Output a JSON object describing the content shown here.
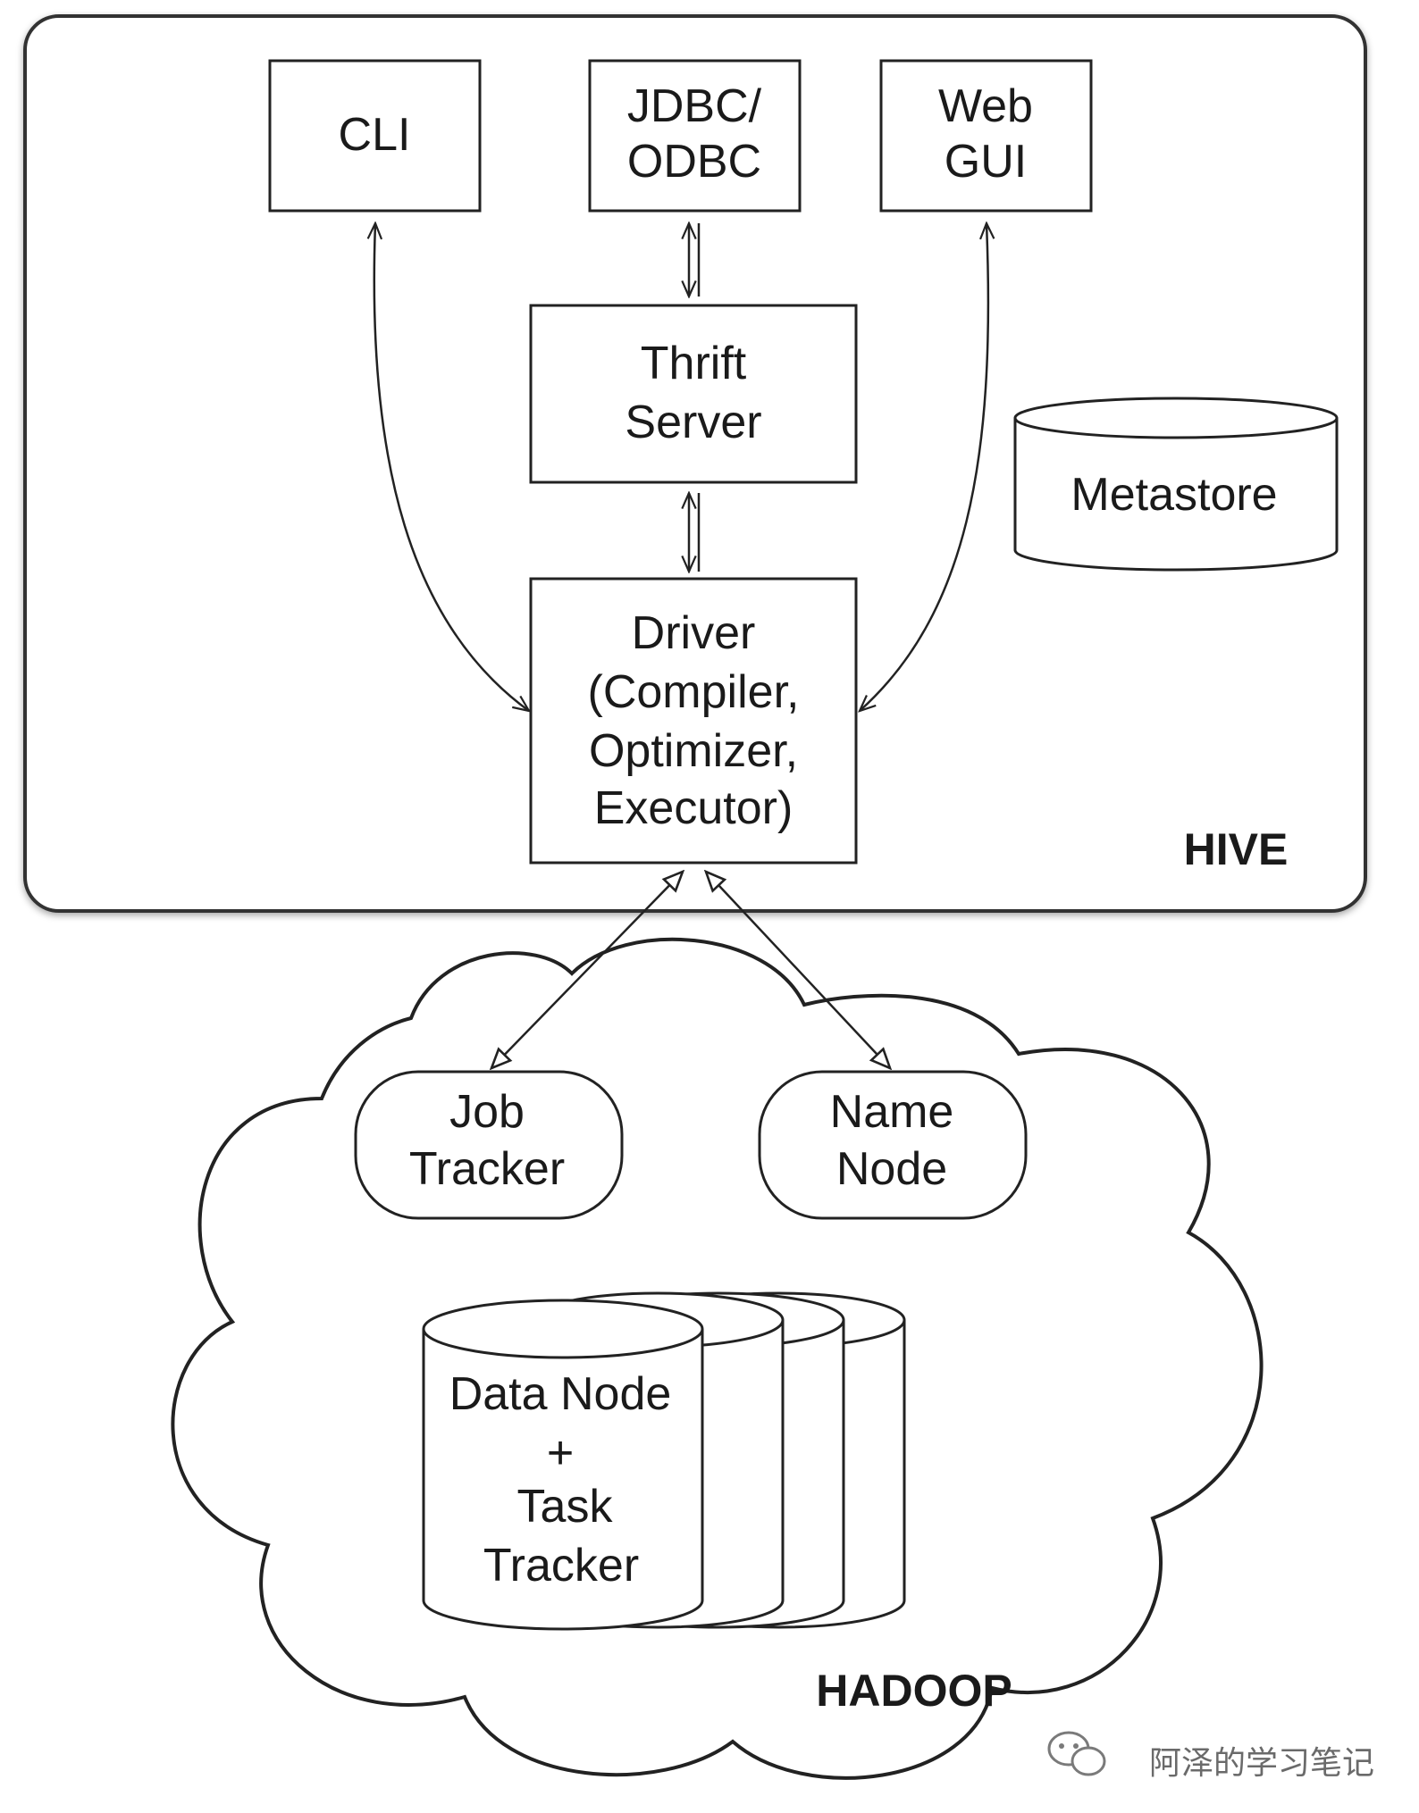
{
  "hive": {
    "title": "HIVE",
    "cli": "CLI",
    "jdbc_line1": "JDBC/",
    "jdbc_line2": "ODBC",
    "webgui_line1": "Web",
    "webgui_line2": "GUI",
    "thrift_line1": "Thrift",
    "thrift_line2": "Server",
    "metastore": "Metastore",
    "driver_line1": "Driver",
    "driver_line2": "(Compiler,",
    "driver_line3": "Optimizer,",
    "driver_line4": "Executor)"
  },
  "hadoop": {
    "title": "HADOOP",
    "jobtracker_line1": "Job",
    "jobtracker_line2": "Tracker",
    "namenode_line1": "Name",
    "namenode_line2": "Node",
    "datanode_line1": "Data Node",
    "datanode_line2": "+",
    "datanode_line3": "Task",
    "datanode_line4": "Tracker"
  },
  "watermark": {
    "icon": "wechat-icon",
    "text": "阿泽的学习笔记"
  }
}
